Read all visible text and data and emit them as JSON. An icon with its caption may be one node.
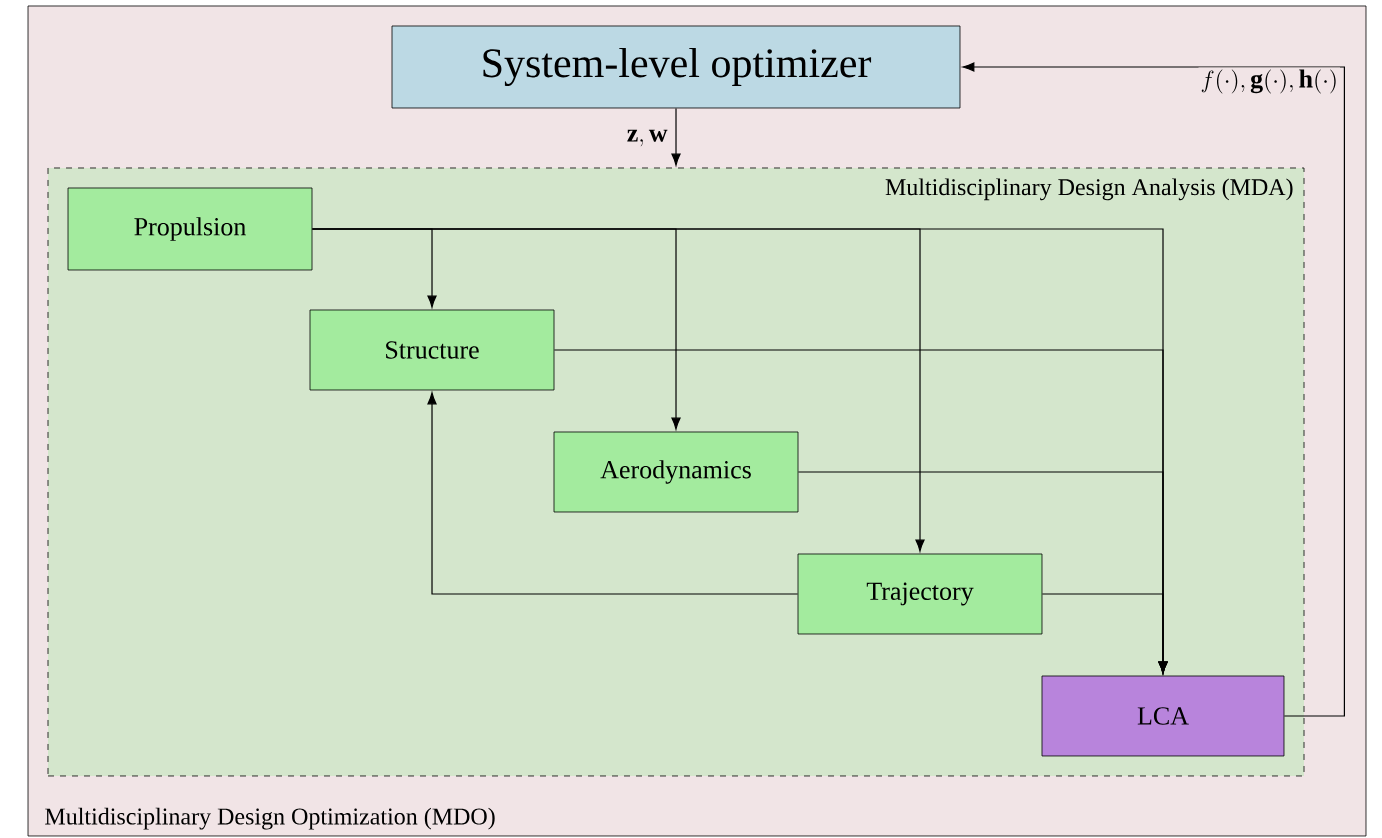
{
  "diagram": {
    "nodes": [
      {
        "text": [
          "Multidisciplinary Design Optimization (MDO)"
        ]
      },
      {
        "text": [
          "System-level optimizer"
        ],
        "in": 0
      },
      {
        "text": [
          "Multidisciplinary Design Analysis (MDA)"
        ],
        "in": 0
      },
      {
        "text": [
          "Propulsion"
        ],
        "in": 2
      },
      {
        "text": [
          "Structure"
        ],
        "in": 2
      },
      {
        "text": [
          "Aerodynamics"
        ],
        "in": 2
      },
      {
        "text": [
          "Trajectory"
        ],
        "in": 2
      },
      {
        "text": [
          "LCA"
        ],
        "in": 2
      }
    ],
    "edges": [
      {
        "from": 1,
        "to": 2,
        "arrow": "to",
        "label": "\\mathbf{z}, \\mathbf{w}"
      },
      {
        "from": 3,
        "to": 4,
        "arrow": "to"
      },
      {
        "from": 3,
        "to": 5,
        "arrow": "to"
      },
      {
        "from": 3,
        "to": 6,
        "arrow": "to"
      },
      {
        "from": 3,
        "to": 7,
        "arrow": "to"
      },
      {
        "from": 4,
        "to": 7,
        "arrow": "to"
      },
      {
        "from": 5,
        "to": 7,
        "arrow": "to"
      },
      {
        "from": 6,
        "to": 7,
        "arrow": "to"
      },
      {
        "from": 6,
        "to": 4,
        "arrow": "to"
      },
      {
        "from": 7,
        "to": 1,
        "arrow": "to",
        "label": "f(\\cdot), \\mathbf{g}(\\cdot), \\mathbf{h}(\\cdot)"
      }
    ]
  }
}
